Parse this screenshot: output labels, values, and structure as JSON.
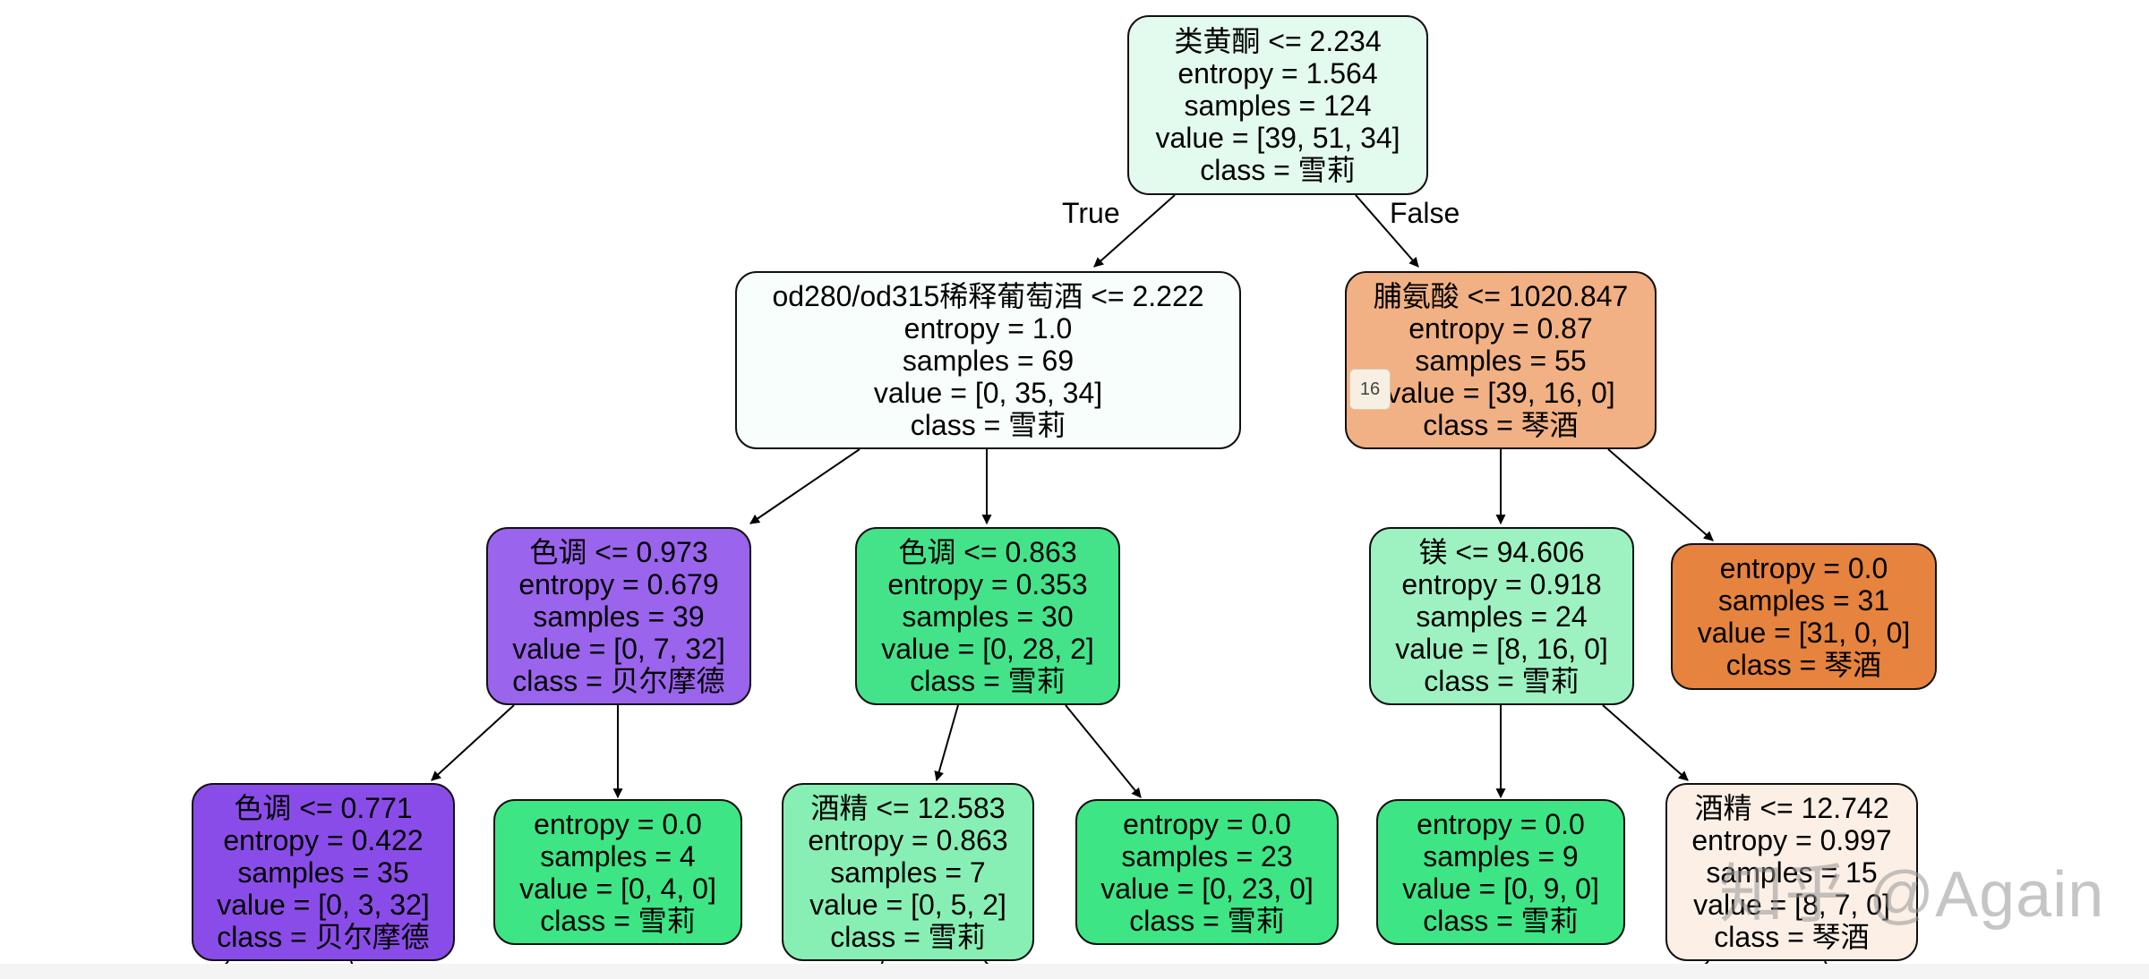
{
  "tree": {
    "edge_labels": {
      "true": "True",
      "false": "False"
    },
    "nodes": [
      {
        "id": "n0",
        "color": "#e3faee",
        "lines": [
          "类黄酮 <= 2.234",
          "entropy = 1.564",
          "samples = 124",
          "value = [39, 51, 34]",
          "class = 雪莉"
        ]
      },
      {
        "id": "n1",
        "color": "#f8fefb",
        "lines": [
          "od280/od315稀释葡萄酒 <= 2.222",
          "entropy = 1.0",
          "samples = 69",
          "value = [0, 35, 34]",
          "class = 雪莉"
        ]
      },
      {
        "id": "n2",
        "color": "#f1b184",
        "lines": [
          "脯氨酸 <= 1020.847",
          "entropy = 0.87",
          "samples = 55",
          "value = [39, 16, 0]",
          "class = 琴酒"
        ]
      },
      {
        "id": "n3",
        "color": "#9a64ec",
        "lines": [
          "色调 <= 0.973",
          "entropy = 0.679",
          "samples = 39",
          "value = [0, 7, 32]",
          "class = 贝尔摩德"
        ]
      },
      {
        "id": "n4",
        "color": "#44e38a",
        "lines": [
          "色调 <= 0.863",
          "entropy = 0.353",
          "samples = 30",
          "value = [0, 28, 2]",
          "class = 雪莉"
        ]
      },
      {
        "id": "n5",
        "color": "#9ef2c2",
        "lines": [
          "镁 <= 94.606",
          "entropy = 0.918",
          "samples = 24",
          "value = [8, 16, 0]",
          "class = 雪莉"
        ]
      },
      {
        "id": "n6",
        "color": "#e6833e",
        "lines": [
          "entropy = 0.0",
          "samples = 31",
          "value = [31, 0, 0]",
          "class = 琴酒"
        ]
      },
      {
        "id": "n7",
        "color": "#8a4ce8",
        "lines": [
          "色调 <= 0.771",
          "entropy = 0.422",
          "samples = 35",
          "value = [0, 3, 32]",
          "class = 贝尔摩德"
        ]
      },
      {
        "id": "n8",
        "color": "#3ee584",
        "lines": [
          "entropy = 0.0",
          "samples = 4",
          "value = [0, 4, 0]",
          "class = 雪莉"
        ]
      },
      {
        "id": "n9",
        "color": "#88efb4",
        "lines": [
          "酒精 <= 12.583",
          "entropy = 0.863",
          "samples = 7",
          "value = [0, 5, 2]",
          "class = 雪莉"
        ]
      },
      {
        "id": "n10",
        "color": "#3ee584",
        "lines": [
          "entropy = 0.0",
          "samples = 23",
          "value = [0, 23, 0]",
          "class = 雪莉"
        ]
      },
      {
        "id": "n11",
        "color": "#3ee584",
        "lines": [
          "entropy = 0.0",
          "samples = 9",
          "value = [0, 9, 0]",
          "class = 雪莉"
        ]
      },
      {
        "id": "n12",
        "color": "#fcefe6",
        "lines": [
          "酒精 <= 12.742",
          "entropy = 0.997",
          "samples = 15",
          "value = [8, 7, 0]",
          "class = 琴酒"
        ]
      }
    ]
  },
  "overlay": {
    "badge": "16",
    "watermark": "知乎 @Again"
  }
}
